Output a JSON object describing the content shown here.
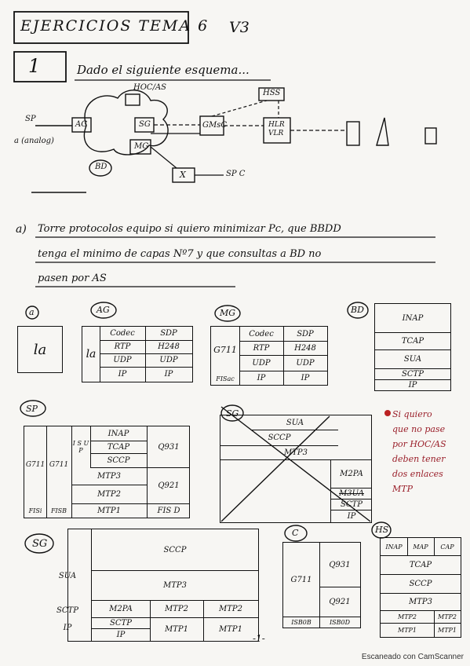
{
  "header": {
    "title": "EJERCICIOS TEMA 6",
    "version": "V3"
  },
  "exercise": {
    "number": "1",
    "intro": "Dado el siguiente esquema...",
    "diagram": {
      "hoc": "HOC/AS",
      "hss": "HSS",
      "ag": "AG",
      "sg": "SG",
      "mg": "MG",
      "gmsc": "GMsC",
      "hlr": "HLR\nVLR",
      "bd": "BD",
      "x": "X",
      "sp_left": "SP",
      "analog": "a (analog)",
      "pc": "SP C"
    },
    "question": {
      "part": "a)",
      "text_line1": "Torre protocolos equipo si quiero minimizar Pc, que BBDD",
      "text_line2": "tenga el minimo de capas Nº7 y que consultas a BD no",
      "text_line3": "pasen por AS"
    },
    "stacks": {
      "a_label": "a",
      "a_cell": "la",
      "ag_label": "AG",
      "ag": {
        "side": "la",
        "r1": [
          "Codec",
          "SDP"
        ],
        "r2": [
          "RTP",
          "H248"
        ],
        "r3": [
          "UDP",
          "UDP"
        ],
        "r4": [
          "IP",
          "IP"
        ]
      },
      "mg_label": "MG",
      "mg": {
        "side": "G711",
        "foot": "FISac",
        "r1": [
          "Codec",
          "SDP"
        ],
        "r2": [
          "RTP",
          "H248"
        ],
        "r3": [
          "UDP",
          "UDP"
        ],
        "r4": [
          "IP",
          "IP"
        ]
      },
      "bd_label": "BD",
      "bd": [
        "INAP",
        "TCAP",
        "SUA",
        "SCTP",
        "IP"
      ],
      "sp_label": "SP",
      "sp": {
        "c1": "G711",
        "c2": "G711",
        "foot1": "FISi",
        "foot2": "FISB",
        "isup": "I S U P",
        "inap": "INAP",
        "tcap": "TCAP",
        "sccp": "SCCP",
        "mtp3": "MTP3",
        "mtp2": "MTP2",
        "mtp1": "MTP1",
        "q931": "Q931",
        "q921": "Q921",
        "fisd": "FIS D"
      },
      "sg_label": "SG",
      "sg_crossed": {
        "sua": "SUA",
        "sccp": "SCCP",
        "mtp3": "MTP3",
        "m2pa": "M2PA",
        "m3ua": "M3UA",
        "sctp": "SCTP",
        "ip": "IP"
      },
      "note": [
        "Si quiero",
        "que no pase",
        "por HOC/AS",
        "deben tener",
        "dos enlaces",
        "MTP"
      ],
      "sg2_label": "SG",
      "sg2": {
        "sua": "SUA",
        "sccp": "SCCP",
        "mtp3": "MTP3",
        "sctp": "SCTP",
        "ip": "IP",
        "m2pa": "M2PA",
        "mtp2": "MTP2",
        "mtp2b": "MTP2",
        "sctp2": "SCTP",
        "ip2": "IP",
        "mtp1": "MTP1",
        "mtp1b": "MTP1"
      },
      "c_label": "C",
      "c": {
        "g711": "G711",
        "q931": "Q931",
        "q921": "Q921",
        "f1": "ISB0B",
        "f2": "ISB0D"
      },
      "hs_label": "HS",
      "hs": {
        "inap": "INAP",
        "map": "MAP",
        "cap": "CAP",
        "tcap": "TCAP",
        "sccp": "SCCP",
        "mtp3": "MTP3",
        "mtp2": "MTP2",
        "mtp2b": "MTP2",
        "mtp1": "MTP1",
        "mtp1b": "MTP1"
      }
    },
    "page_number": "-1-"
  },
  "footer": "Escaneado con CamScanner"
}
